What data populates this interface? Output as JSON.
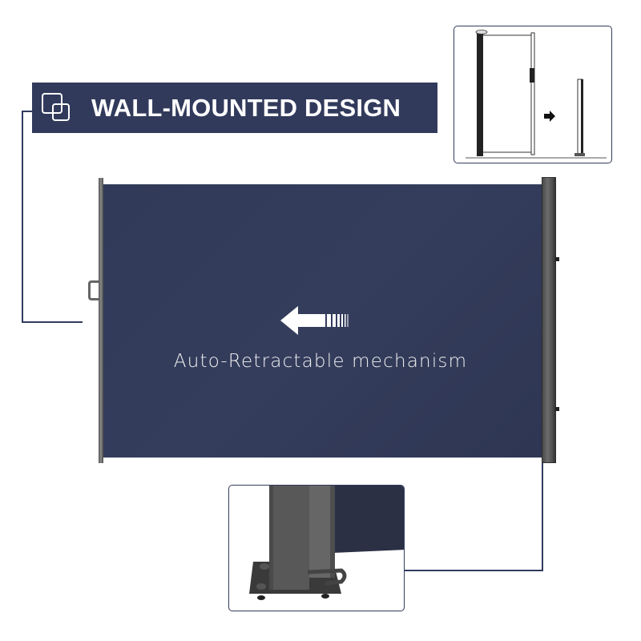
{
  "banner": {
    "icon": "overlapping-squares-icon",
    "title": "WALL-MOUNTED DESIGN",
    "background": "#323a5c"
  },
  "main": {
    "caption": "Auto-Retractable mechanism",
    "arrow_icon": "arrow-left-icon",
    "fabric_color": "#323a59",
    "frame_color": "#5a5a5a"
  },
  "insets": {
    "top_right": {
      "name": "extended-vs-retracted-diagram",
      "arrow_icon": "arrow-right-icon"
    },
    "bottom": {
      "name": "base-plate-detail-photo"
    }
  },
  "accent_line_color": "#323b5e"
}
